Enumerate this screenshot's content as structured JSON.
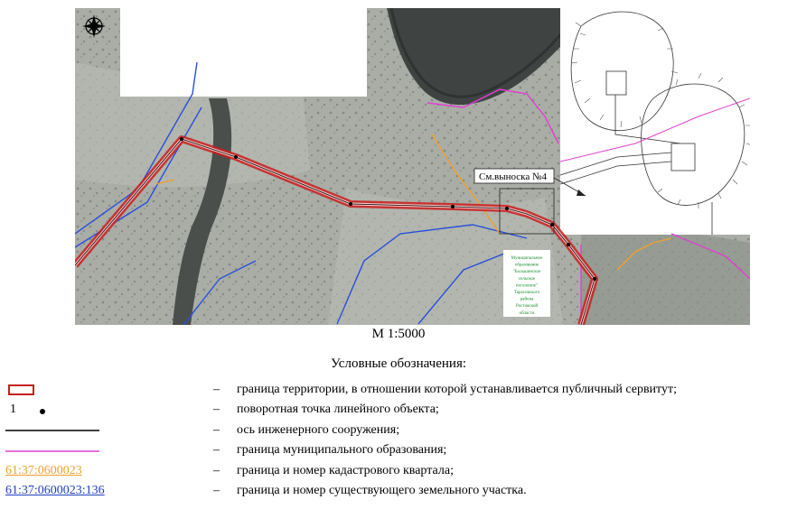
{
  "map": {
    "callout_label": "См.выноска №4",
    "municipality_label": [
      "Муниципальное",
      "образование",
      "\"Большинское",
      "сельское",
      "поселение\"",
      "Тарасовского",
      "района",
      "Ростовской",
      "области"
    ],
    "colors": {
      "servitude_border": "#c81e1e",
      "municipal_border": "#e040d0",
      "parcel_border": "#2a4fd8",
      "quarter_border": "#f0a030",
      "axis": "#000000"
    },
    "icons": [
      "compass-rose-icon"
    ]
  },
  "scale_text": "М 1:5000",
  "legend": {
    "title": "Условные обозначения:",
    "items": [
      {
        "symbol": "red-rectangle",
        "symbol_text": "",
        "dash": "–",
        "text": "граница территории, в отношении которой устанавливается публичный сервитут;"
      },
      {
        "symbol": "numbered-point",
        "symbol_text": "1",
        "dash": "–",
        "text": "поворотная точка линейного объекта;"
      },
      {
        "symbol": "black-line",
        "symbol_text": "",
        "dash": "–",
        "text": "ось инженерного сооружения;"
      },
      {
        "symbol": "magenta-line",
        "symbol_text": "",
        "dash": "–",
        "text": "граница муниципального образования;"
      },
      {
        "symbol": "orange-code",
        "symbol_text": "61:37:0600023",
        "dash": "–",
        "text": "граница и номер кадастрового квартала;"
      },
      {
        "symbol": "blue-code",
        "symbol_text": "61:37:0600023:136",
        "dash": "–",
        "text": "граница и номер существующего земельного участка."
      }
    ]
  }
}
